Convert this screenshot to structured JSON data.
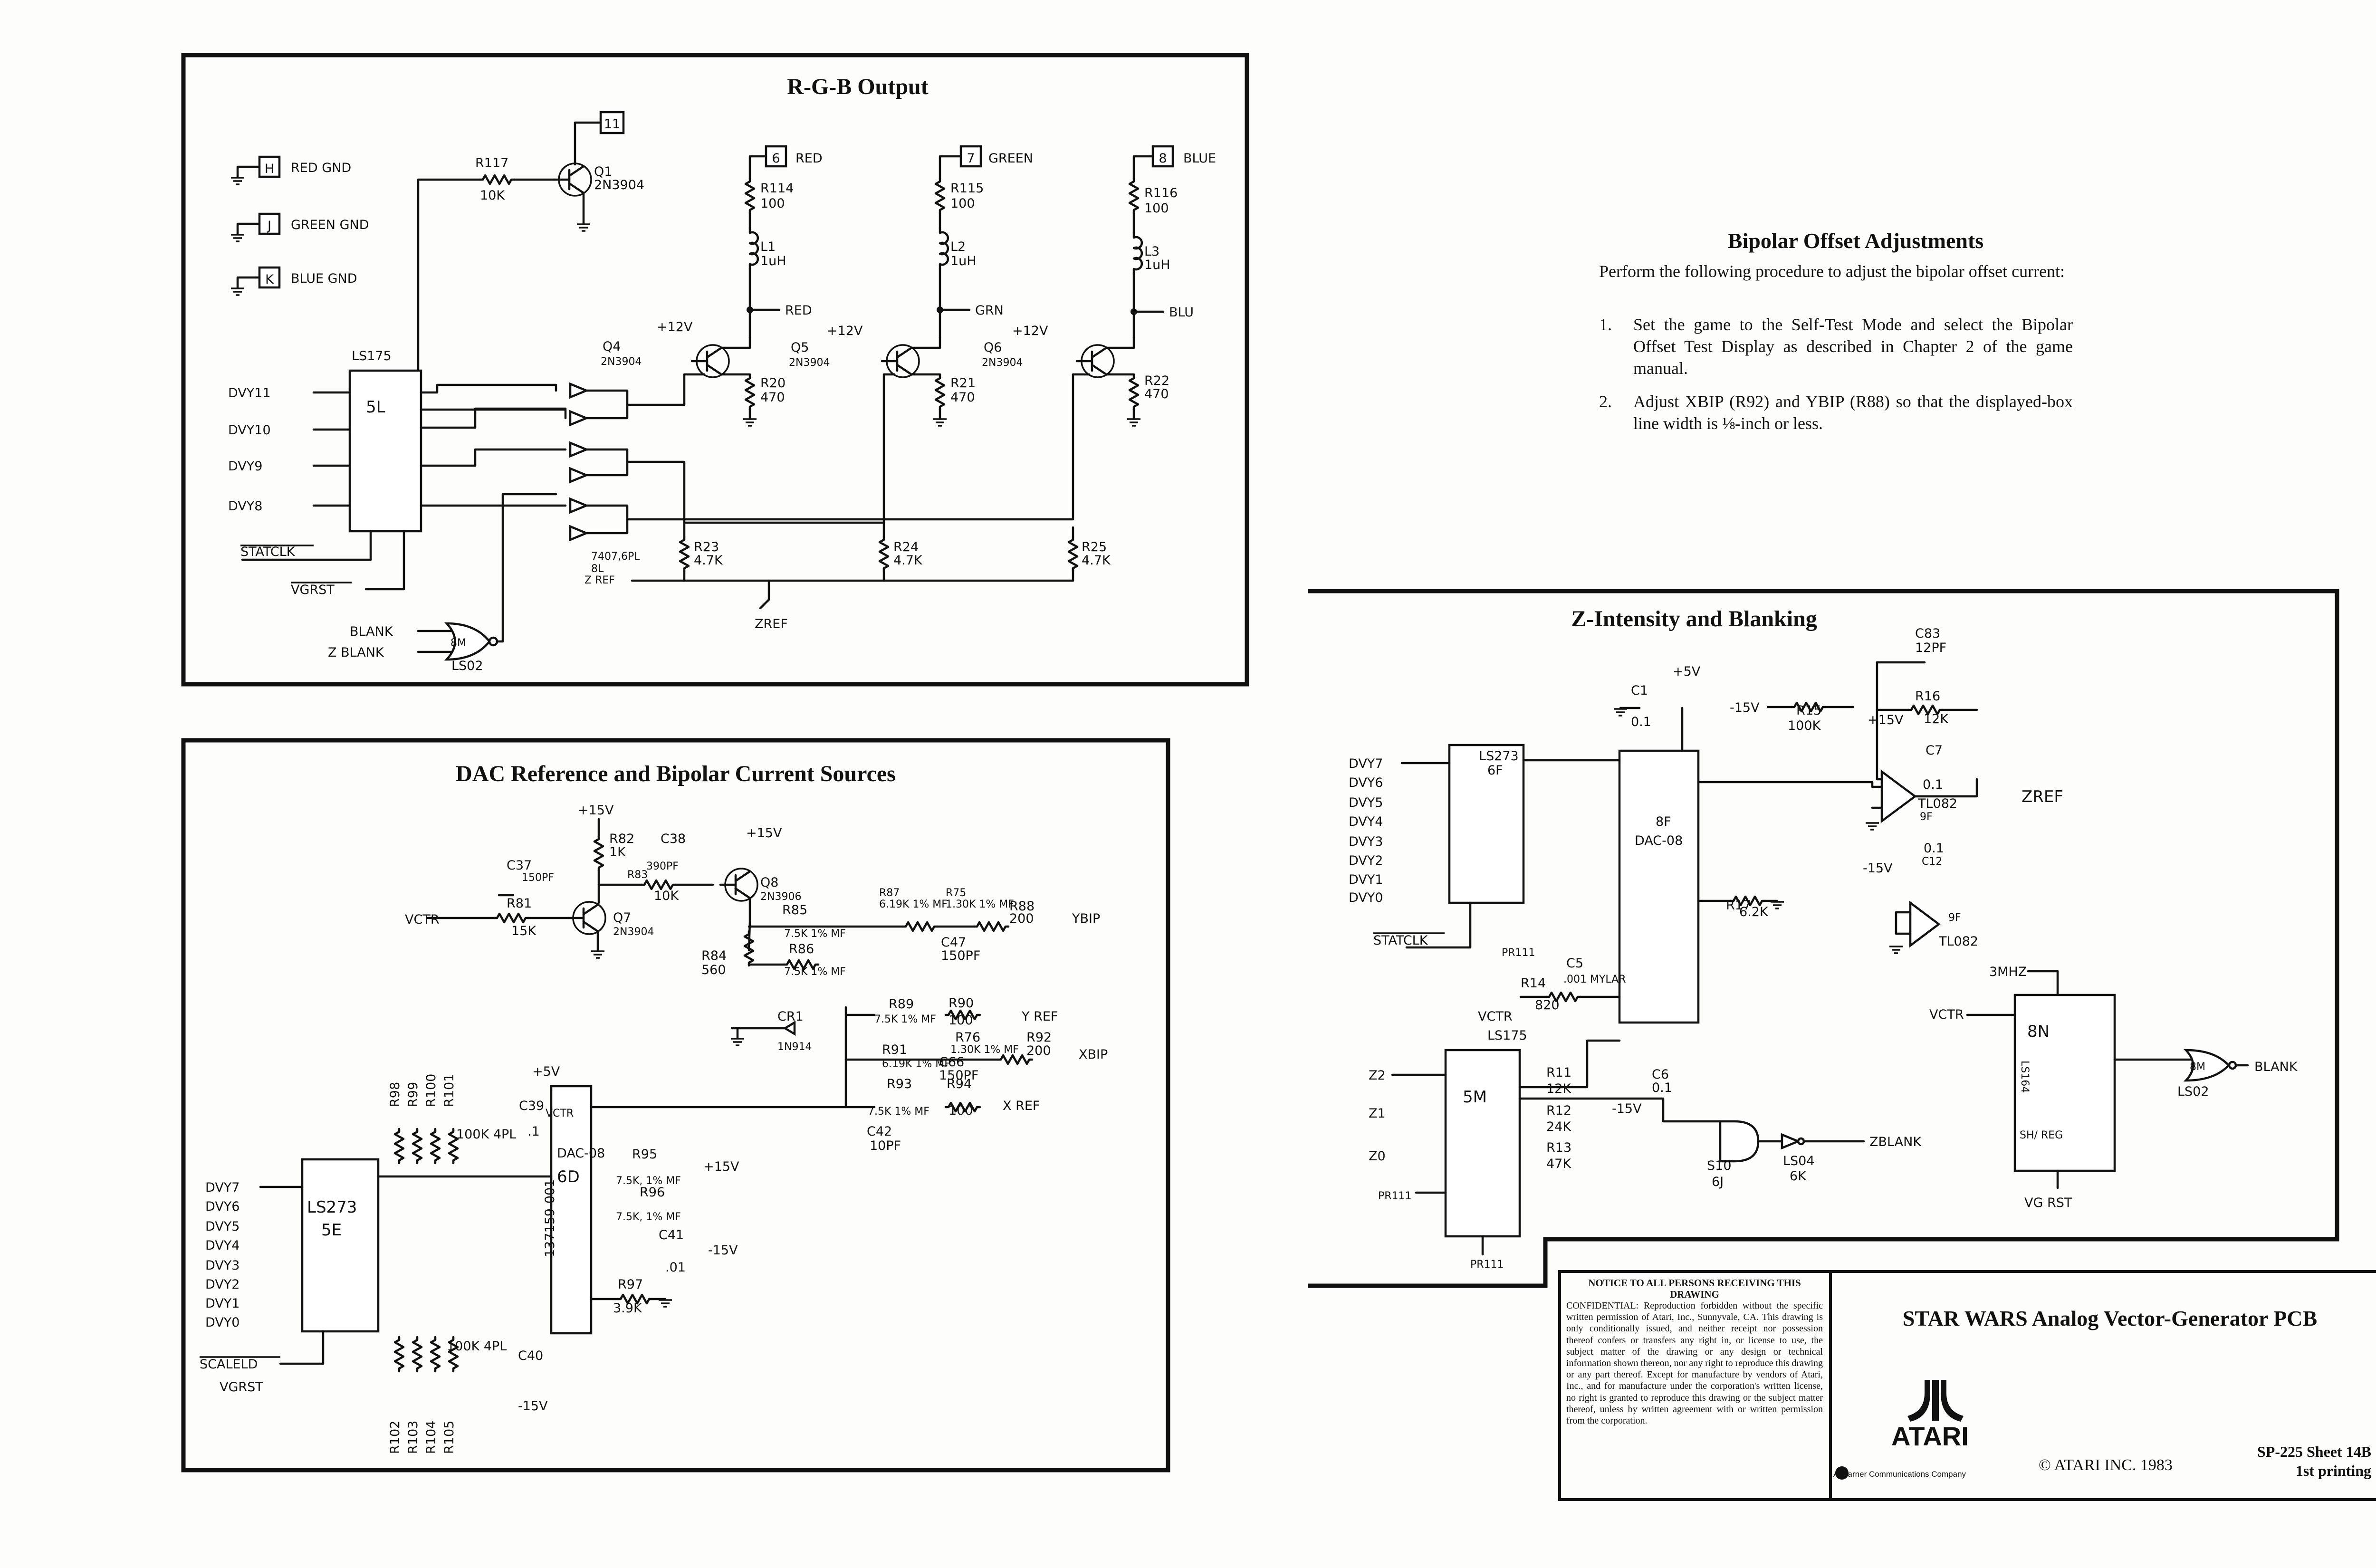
{
  "rgb_section": {
    "title": "R-G-B Output",
    "labels": {
      "red_gnd": "RED GND",
      "green_gnd": "GREEN GND",
      "blue_gnd": "BLUE GND",
      "pin_h": "H",
      "pin_j": "J",
      "pin_k": "K",
      "pin_11": "11",
      "pin_6": "6",
      "pin_7": "7",
      "pin_8": "8",
      "red": "RED",
      "green": "GREEN",
      "blue": "BLUE",
      "r117": "R117",
      "r117_val": "10K",
      "q1": "Q1",
      "q1_part": "2N3904",
      "r114": "R114",
      "r114_val": "100",
      "r115": "R115",
      "r115_val": "100",
      "r116": "R116",
      "r116_val": "100",
      "l1": "L1",
      "l2": "L2",
      "l3": "L3",
      "l_val": "1uH",
      "red_net": "RED",
      "grn_net": "GRN",
      "blu_net": "BLU",
      "plus12v": "+12V",
      "q4": "Q4",
      "q5": "Q5",
      "q6": "Q6",
      "q_part": "2N3904",
      "r20": "R20",
      "r21": "R21",
      "r22": "R22",
      "r_470": "470",
      "ls175": "LS175",
      "chip_5l": "5L",
      "dvy11": "DVY11",
      "dvy10": "DVY10",
      "dvy9": "DVY9",
      "dvy8": "DVY8",
      "statclk": "STATCLK",
      "vgrst": "VGRST",
      "buffer": "7407,6PL",
      "buffer2": "8L",
      "zref": "Z REF",
      "zref2": "ZREF",
      "r23": "R23",
      "r24": "R24",
      "r25": "R25",
      "r_47k": "4.7K",
      "blank": "BLANK",
      "zblank": "Z BLANK",
      "gate": "8M",
      "ls02": "LS02"
    }
  },
  "dac_section": {
    "title": "DAC Reference and Bipolar Current Sources",
    "labels": {
      "plus15v": "+15V",
      "minus15v": "-15V",
      "plus5v": "+5V",
      "r82": "R82",
      "r82_val": "1K",
      "c38": "C38",
      "c38_val": "390PF",
      "r83": "R83",
      "r83_val": "10K",
      "c37": "C37",
      "c37_val": "150PF",
      "r81": "R81",
      "r81_val": "15K",
      "vctr": "VCTR",
      "q7": "Q7",
      "q7_part": "2N3904",
      "q8": "Q8",
      "q8_part": "2N3906",
      "r84": "R84",
      "r84_val": "560",
      "r87": "R87",
      "r87_val": "6.19K 1% MF",
      "r75": "R75",
      "r75_val": "1.30K 1% MF",
      "r88": "R88",
      "r88_val": "200",
      "ybip": "YBIP",
      "r85": "R85",
      "r85_val": "7.5K 1% MF",
      "r86": "R86",
      "r86_val": "7.5K 1% MF",
      "c47": "C47",
      "c47_val": "150PF",
      "cr1": "CR1",
      "cr1_part": "1N914",
      "r89": "R89",
      "r89_val": "7.5K 1% MF",
      "r90": "R90",
      "r90_val": "100",
      "yref": "Y REF",
      "r76": "R76",
      "r76_val": "1.30K 1% MF",
      "r92": "R92",
      "r92_val": "200",
      "xbip": "XBIP",
      "r91": "R91",
      "r91_val": "6.19K 1% MF",
      "c66": "C66",
      "c66_val": "150PF",
      "r93": "R93",
      "r93_val": "7.5K 1% MF",
      "r94": "R94",
      "r94_val": "100",
      "xref": "X REF",
      "c42": "C42",
      "c42_val": "10PF",
      "c39": "C39",
      "c39_val": ".1",
      "r98": "R98",
      "r99": "R99",
      "r100": "R100",
      "r101": "R101",
      "pack_top": "100K 4PL",
      "pack_bot": "100K 4PL",
      "dac": "DAC-08",
      "dac_loc": "6D",
      "dac_part": "137159-001",
      "r95": "R95",
      "r95_val": "7.5K, 1% MF",
      "r96": "R96",
      "r96_val": "7.5K, 1% MF",
      "c41": "C41",
      "c41_val": ".01",
      "r97": "R97",
      "r97_val": "3.9K",
      "c40": "C40",
      "ls273": "LS273",
      "chip_5e": "5E",
      "dvy7": "DVY7",
      "dvy6": "DVY6",
      "dvy5": "DVY5",
      "dvy4": "DVY4",
      "dvy3": "DVY3",
      "dvy2": "DVY2",
      "dvy1": "DVY1",
      "dvy0": "DVY0",
      "scaleld": "SCALELD",
      "vgrst": "VGRST",
      "r102": "R102",
      "r103": "R103",
      "r104": "R104",
      "r105": "R105"
    }
  },
  "bipolar": {
    "heading": "Bipolar Offset Adjustments",
    "intro": "Perform the following procedure to adjust the bipolar offset current:",
    "steps": [
      {
        "num": "1.",
        "text": "Set the game to the Self-Test Mode and select the Bipolar Offset Test Display as described in Chapter 2 of the game manual."
      },
      {
        "num": "2.",
        "text": "Adjust XBIP (R92) and YBIP (R88) so that the displayed-box line width is ⅛-inch or less."
      }
    ]
  },
  "z_section": {
    "title": "Z-Intensity and Blanking",
    "labels": {
      "plus5v": "+5V",
      "c1": "C1",
      "c1_val": "0.1",
      "minus15v": "-15V",
      "plus15v": "+15V",
      "r15": "R15",
      "r15_val": "100K",
      "r16": "R16",
      "r16_val": "12K",
      "c83": "C83",
      "c83_val": "12PF",
      "c7": "C7",
      "c7_val": "0.1",
      "c12": "C12",
      "c12_val": "0.1",
      "tl082": "TL082",
      "tl_loc": "9F",
      "zref": "ZREF",
      "ls273": "LS273",
      "chip_6f": "6F",
      "dvy7": "DVY7",
      "dvy6": "DVY6",
      "dvy5": "DVY5",
      "dvy4": "DVY4",
      "dvy3": "DVY3",
      "dvy2": "DVY2",
      "dvy1": "DVY1",
      "dvy0": "DVY0",
      "statclk": "STATCLK",
      "pr111": "PR111",
      "dac": "DAC-08",
      "dac_loc": "8F",
      "r17": "R17",
      "r17_val": "6.2K",
      "r14": "R14",
      "r14_val": "820",
      "c5": "C5",
      "c5_val": ".001 MYLAR",
      "c6": "C6",
      "c6_val": "0.1",
      "vctr": "VCTR",
      "ls175": "LS175",
      "chip_5m": "5M",
      "z2": "Z2",
      "z1": "Z1",
      "z0": "Z0",
      "r11": "R11",
      "r11_val": "12K",
      "r12": "R12",
      "r12_val": "24K",
      "r13": "R13",
      "r13_val": "47K",
      "s10": "S10",
      "s10_loc": "6J",
      "ls04": "LS04",
      "ls04_loc": "6K",
      "zblank": "ZBLANK",
      "clk": "3MHZ",
      "ls164": "LS164",
      "chip_8n": "8N",
      "shreg": "SH/ REG",
      "vgrst": "VG RST",
      "blank": "BLANK",
      "gate": "8M",
      "ls02": "LS02"
    }
  },
  "title_block": {
    "notice_heading": "NOTICE TO ALL PERSONS RECEIVING THIS DRAWING",
    "notice_text": "CONFIDENTIAL: Reproduction forbidden without the specific written permission of Atari, Inc., Sunnyvale, CA. This drawing is only conditionally issued, and neither receipt nor possession thereof confers or transfers any right in, or license to use, the subject matter of the drawing or any design or technical information shown thereon, nor any right to reproduce this drawing or any part thereof. Except for manufacture by vendors of Atari, Inc., and for manufacture under the corporation's written license, no right is granted to reproduce this drawing or the subject matter thereof, unless by written agreement with or written permission from the corporation.",
    "title": "STAR WARS Analog Vector-Generator PCB",
    "brand": "ATARI",
    "brand_sub": "A Warner Communications Company",
    "copyright": "© ATARI INC. 1983",
    "sheet": "SP-225   Sheet 14B",
    "printing": "1st printing"
  }
}
